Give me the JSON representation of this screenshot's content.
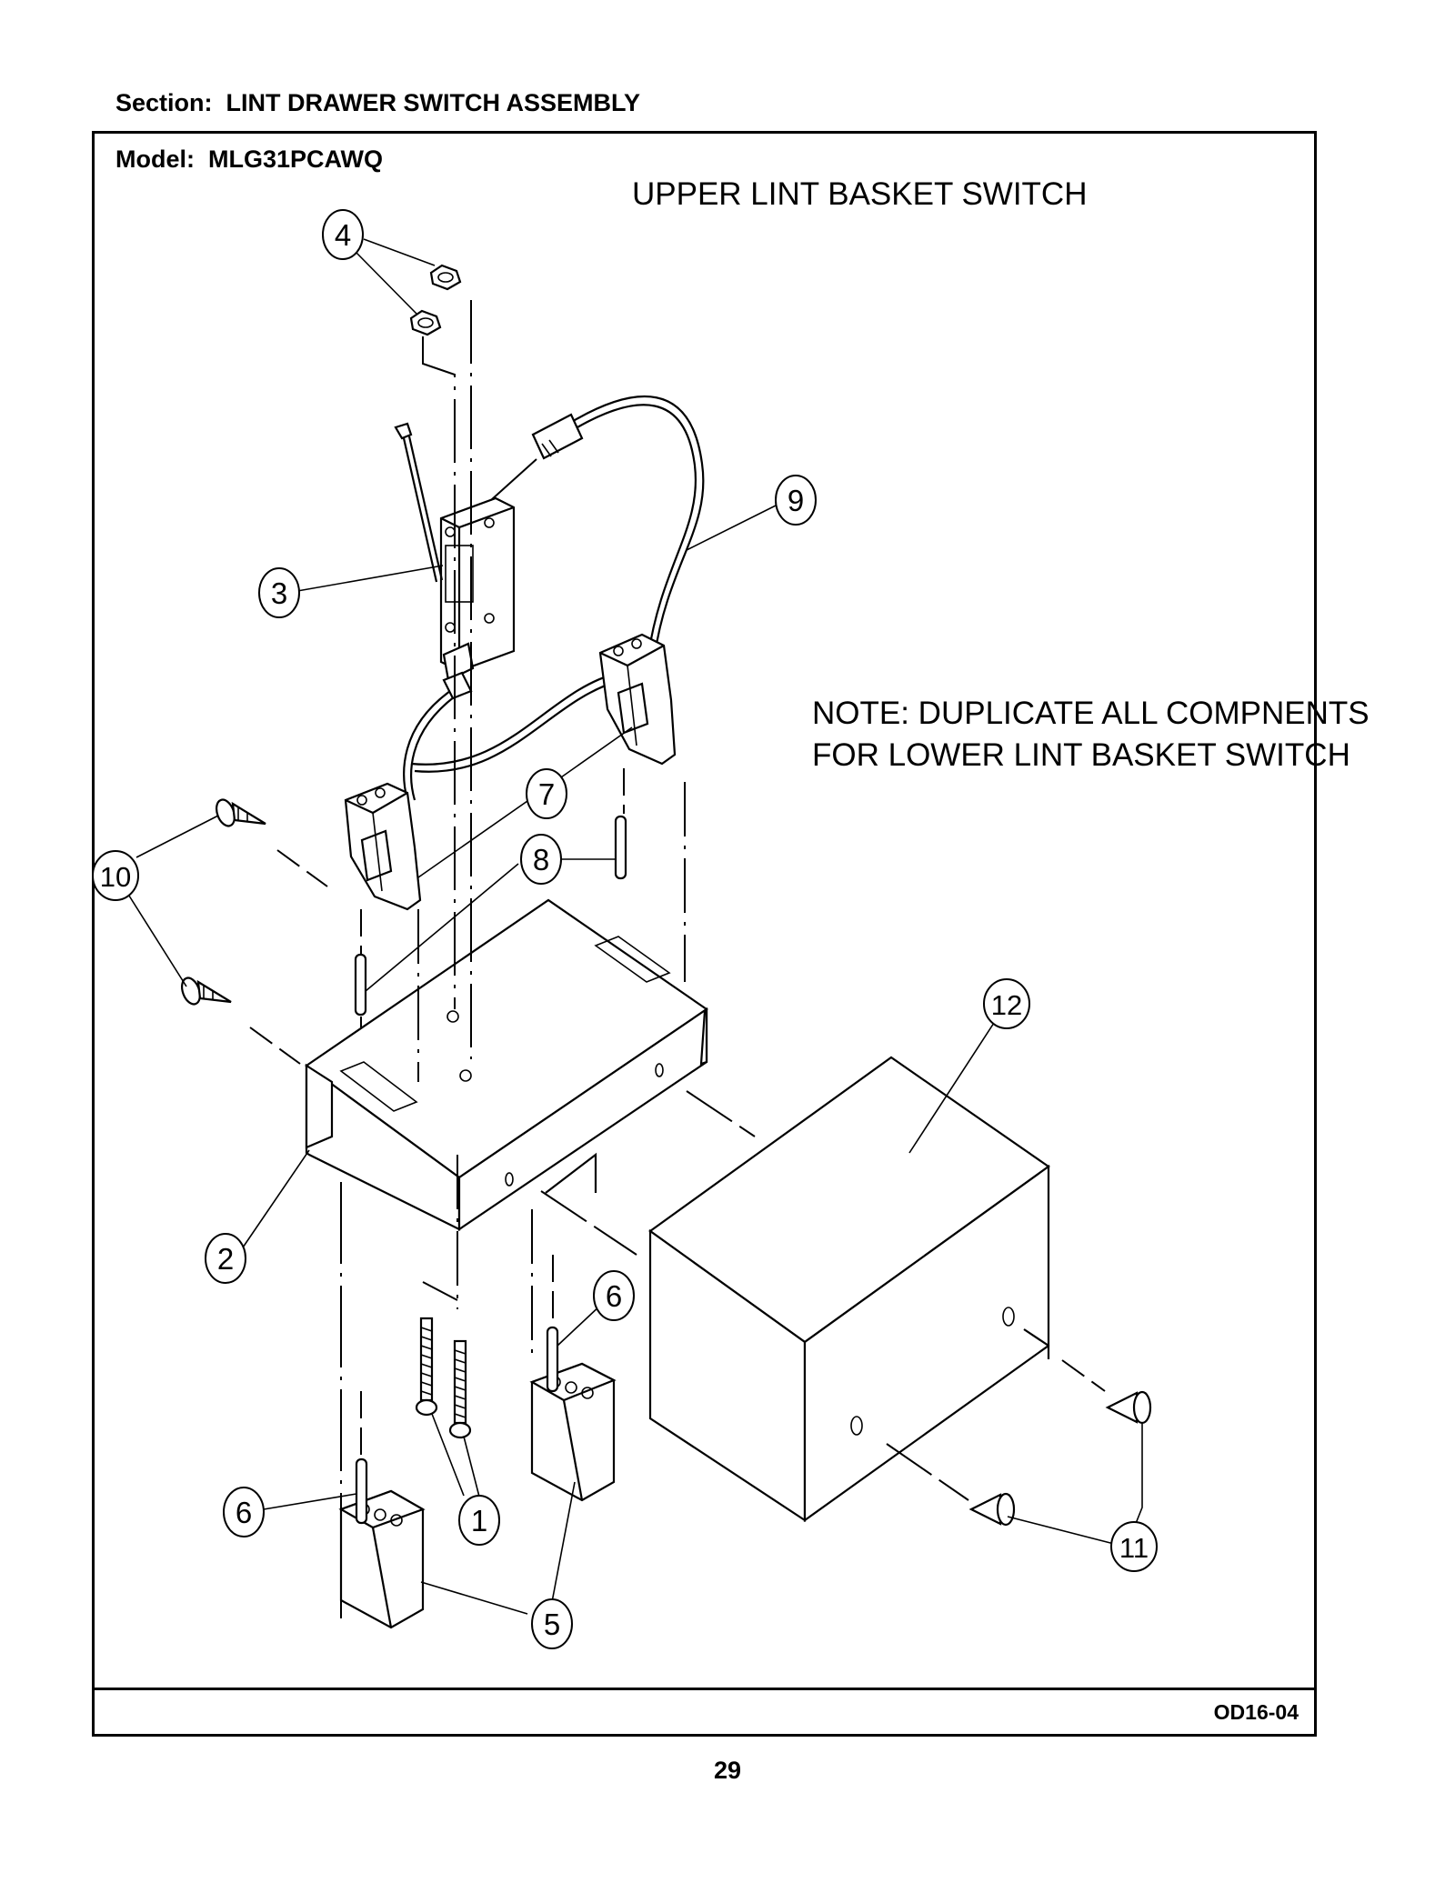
{
  "header": {
    "section_text": "Section:  LINT DRAWER SWITCH ASSEMBLY",
    "model_text": "Model:  MLG31PCAWQ"
  },
  "diagram": {
    "title": "UPPER LINT BASKET SWITCH",
    "note_line1": "NOTE: DUPLICATE ALL COMPNENTS",
    "note_line2": "FOR LOWER LINT BASKET SWITCH",
    "callouts": {
      "c1": "1",
      "c2": "2",
      "c3": "3",
      "c4": "4",
      "c5": "5",
      "c6a": "6",
      "c6b": "6",
      "c7": "7",
      "c8": "8",
      "c9": "9",
      "c10": "10",
      "c11": "11",
      "c12": "12"
    }
  },
  "footer": {
    "drawing_code": "OD16-04",
    "page_number": "29"
  }
}
